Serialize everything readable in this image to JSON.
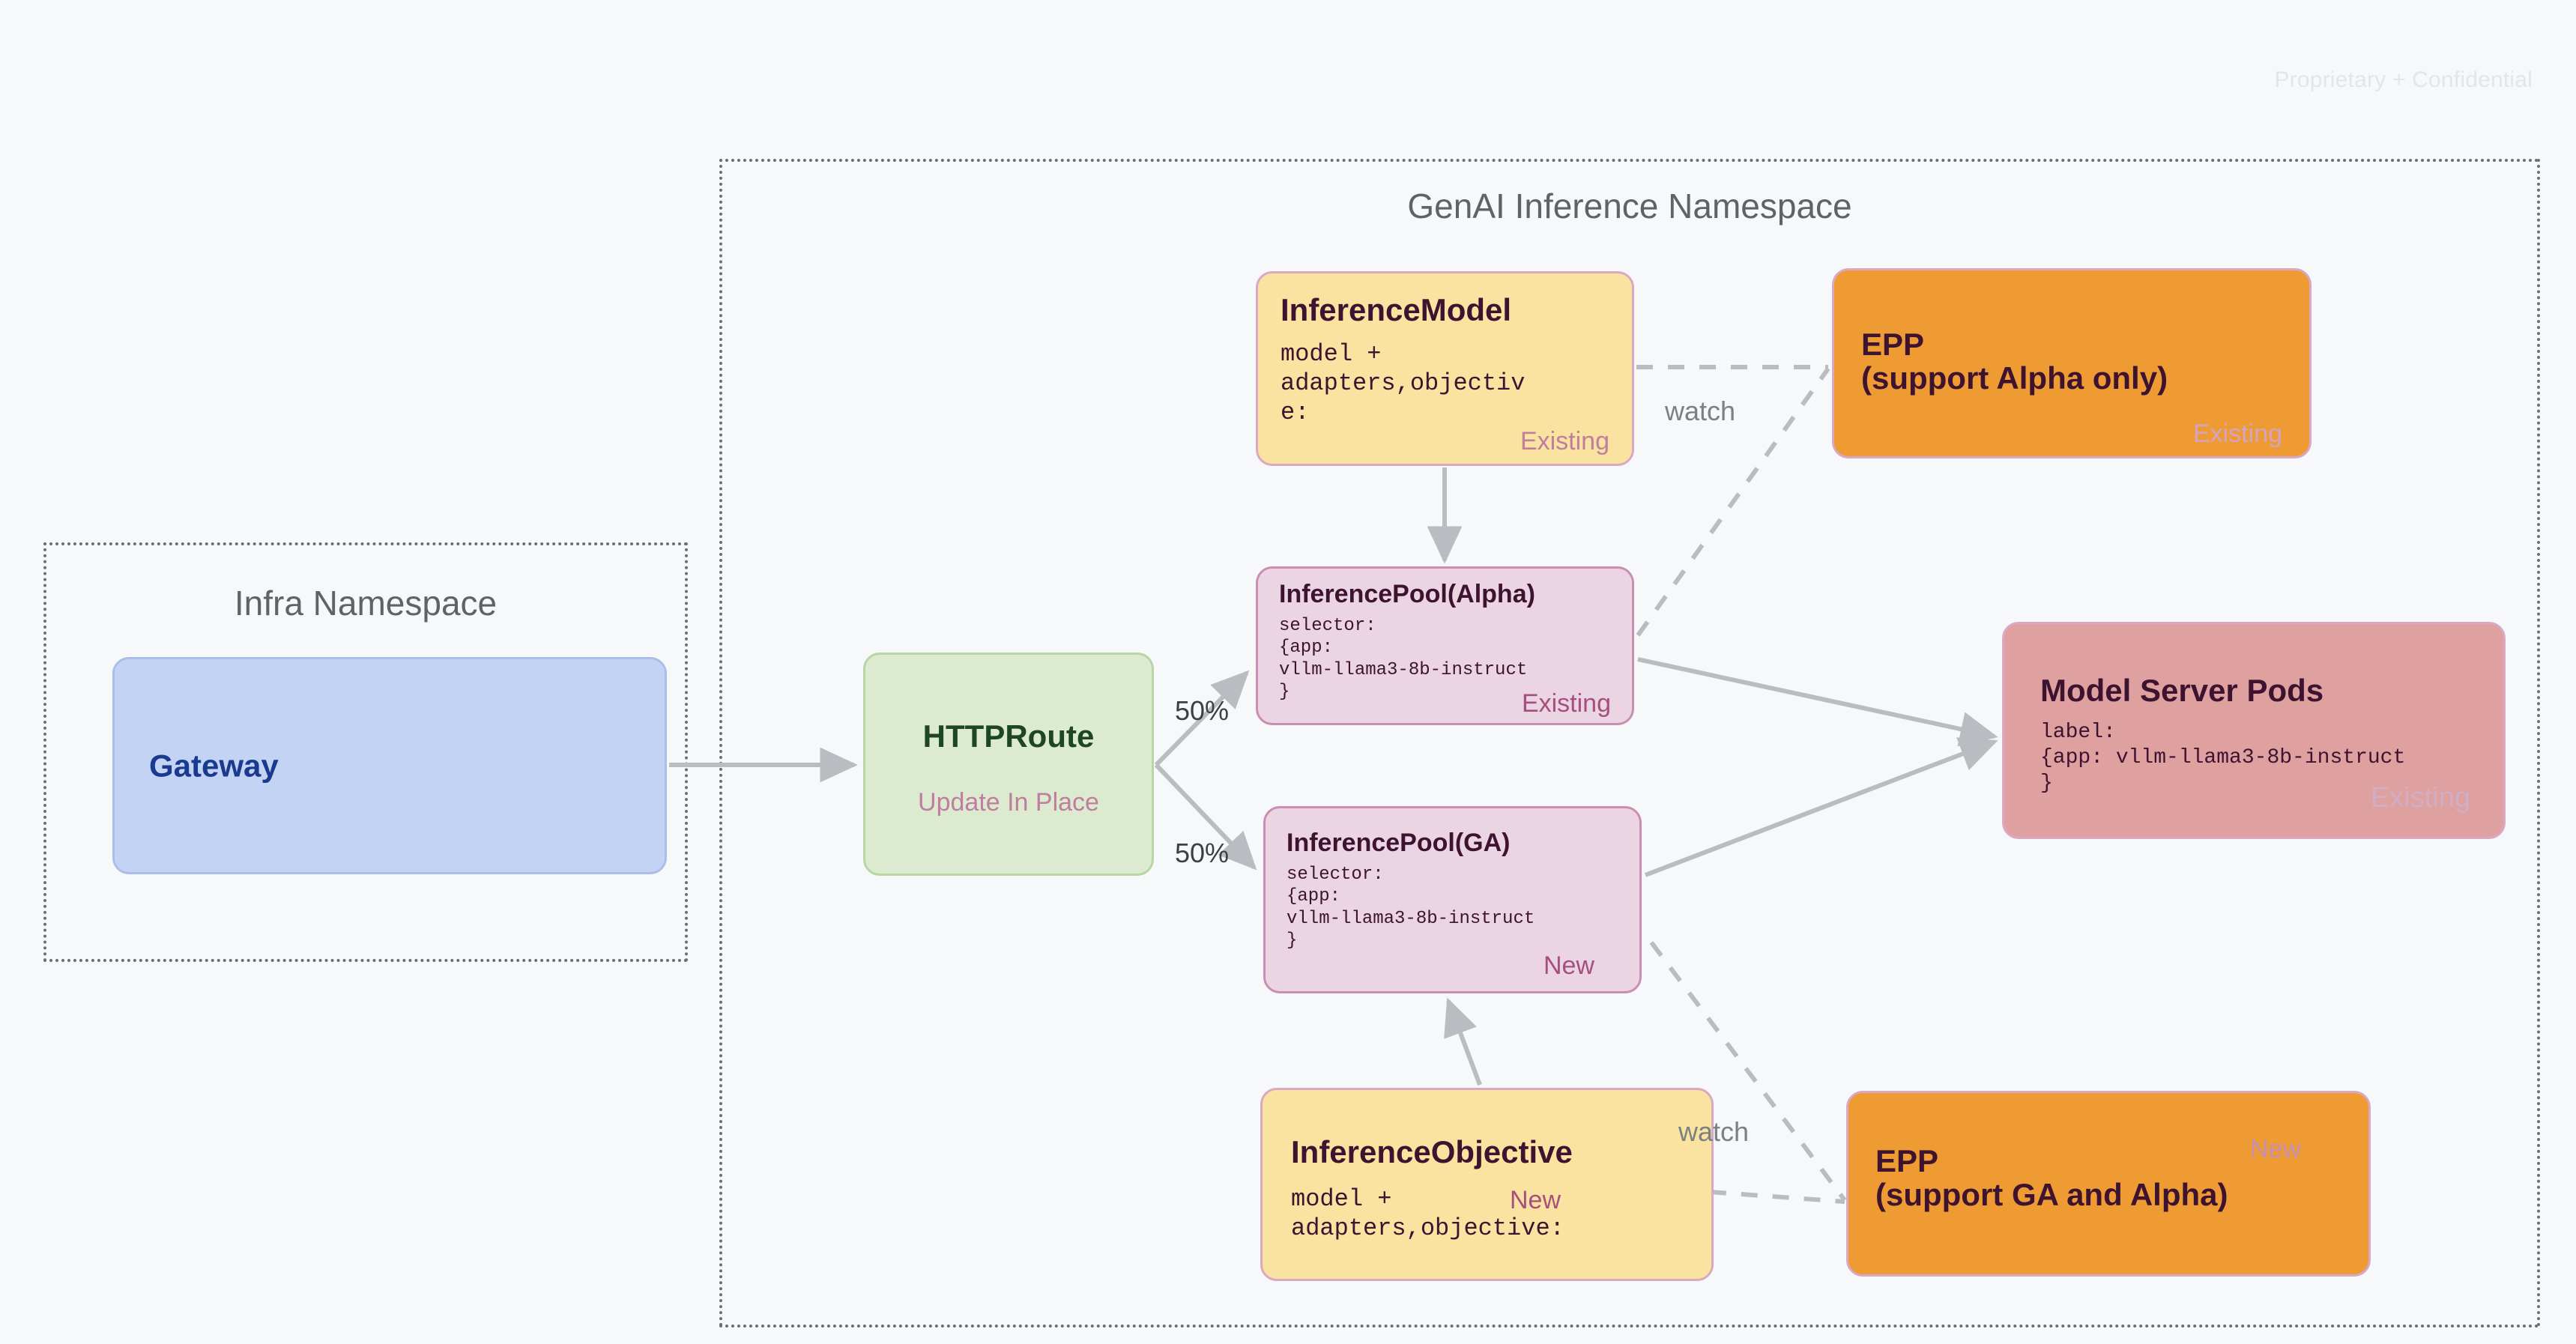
{
  "watermark": "Proprietary + Confidential",
  "namespaces": [
    {
      "id": "infra",
      "title": "Infra Namespace"
    },
    {
      "id": "genai",
      "title": "GenAI Inference Namespace"
    }
  ],
  "nodes": {
    "gateway": {
      "title": "Gateway"
    },
    "httproute": {
      "title": "HTTPRoute",
      "badge": "Update In Place"
    },
    "inference_model": {
      "title": "InferenceModel",
      "body": "model +\nadapters,objectiv\ne:",
      "badge": "Existing"
    },
    "inference_pool_alpha": {
      "title": "InferencePool(Alpha)",
      "body": "selector:\n{app:\nvllm-llama3-8b-instruct\n}",
      "badge": "Existing"
    },
    "inference_pool_ga": {
      "title": "InferencePool(GA)",
      "body": "selector:\n{app:\nvllm-llama3-8b-instruct\n}",
      "badge": "New"
    },
    "inference_objective": {
      "title": "InferenceObjective",
      "body": "model +\nadapters,objective:",
      "badge": "New"
    },
    "epp_top": {
      "title": "EPP\n(support Alpha only)",
      "badge": "Existing"
    },
    "epp_bottom": {
      "title": "EPP\n(support GA and Alpha)",
      "badge": "New"
    },
    "model_server_pods": {
      "title": "Model Server Pods",
      "body": "label:\n{app: vllm-llama3-8b-instruct\n}",
      "badge": "Existing"
    }
  },
  "edge_labels": {
    "split_top": "50%",
    "split_bottom": "50%",
    "watch_top": "watch",
    "watch_bottom": "watch"
  },
  "colors": {
    "background": "#f6f8fa",
    "gateway_fill": "#c3d3f4",
    "gateway_text": "#1a3a8f",
    "httproute_fill": "#dcebd0",
    "httproute_text": "#1e4620",
    "yellow_fill": "#fae3a0",
    "pool_fill": "#ebd5e2",
    "epp_fill": "#ee9b33",
    "pods_fill": "#dfa0a0",
    "badge_pink": "#bf7e9e",
    "badge_magenta": "#a64f7e",
    "node_text": "#3d1330",
    "edge_gray": "#b9bdc1",
    "namespace_border": "#6a6f76",
    "namespace_title": "#5f6368"
  }
}
